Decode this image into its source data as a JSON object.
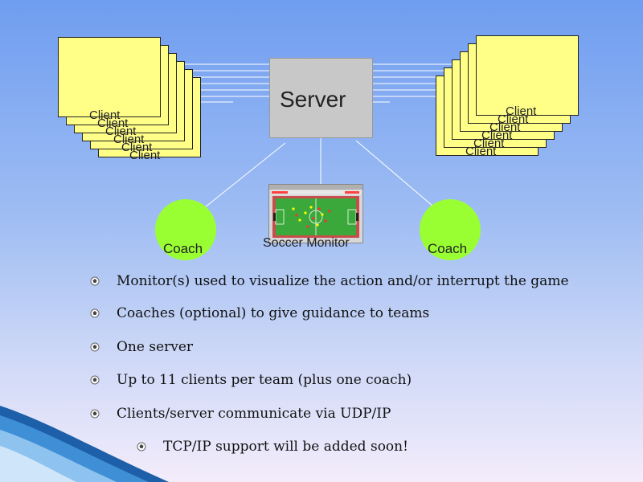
{
  "diagram": {
    "server": {
      "label": "Server"
    },
    "clients_left": [
      "Client",
      "Client",
      "Client",
      "Client",
      "Client",
      "Client"
    ],
    "clients_right": [
      "Client",
      "Client",
      "Client",
      "Client",
      "Client",
      "Client"
    ],
    "coach_left": {
      "label": "Coach"
    },
    "coach_right": {
      "label": "Coach"
    },
    "monitor": {
      "label": "Soccer Monitor"
    },
    "colors": {
      "client_fill": "#ffff88",
      "server_fill": "#c8c8c8",
      "coach_fill": "#99ff33"
    }
  },
  "bullets": [
    {
      "text": "Monitor(s) used to visualize the action and/or interrupt the game"
    },
    {
      "text": "Coaches (optional) to give guidance to teams"
    },
    {
      "text": "One server"
    },
    {
      "text": "Up to 11 clients per team (plus one coach)"
    },
    {
      "text": "Clients/server communicate via UDP/IP"
    },
    {
      "text": "TCP/IP support will be added soon!"
    }
  ]
}
